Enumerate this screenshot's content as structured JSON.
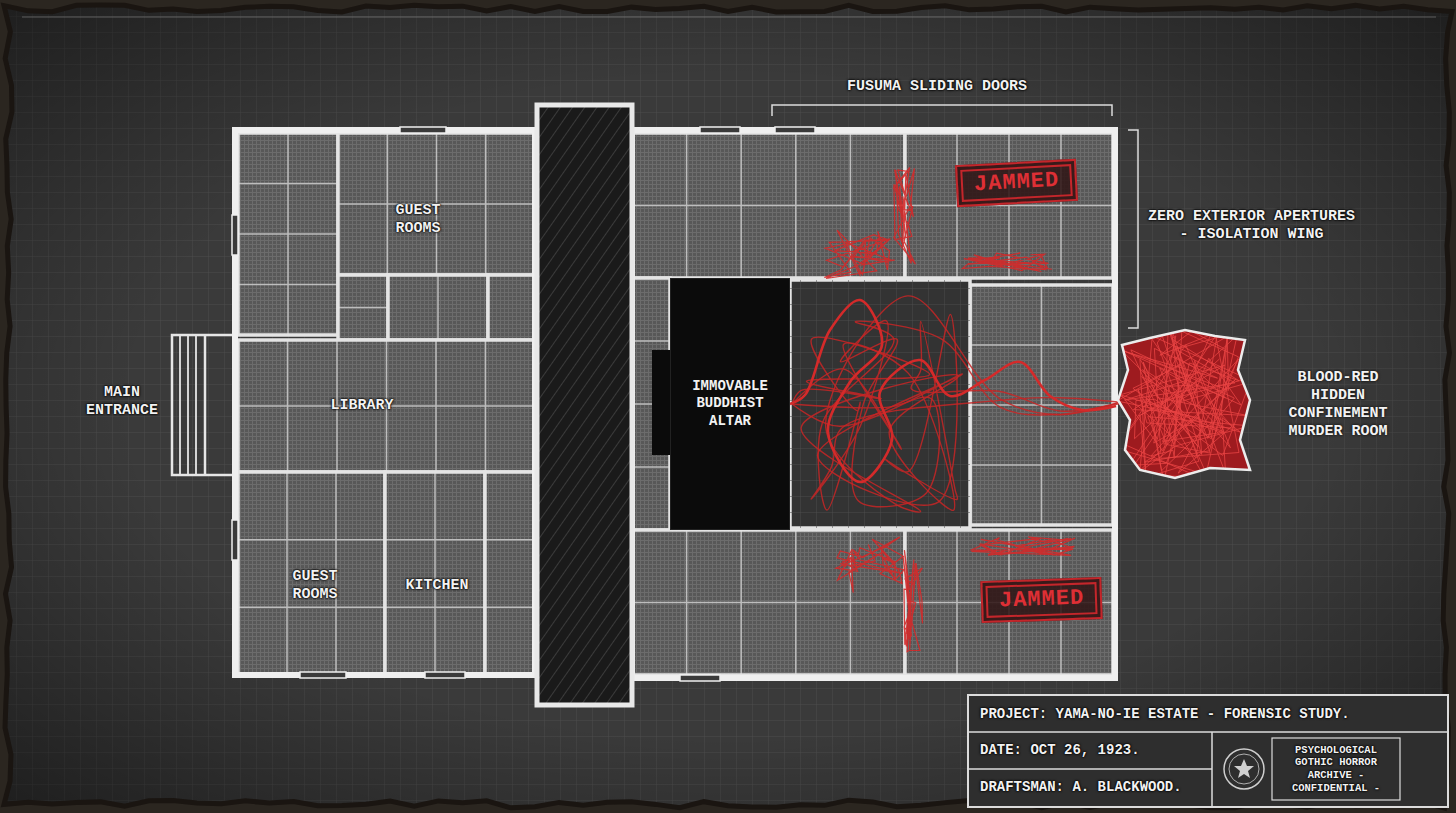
{
  "diagram": {
    "nodes": [
      {
        "text": [
          "JAMMED"
        ]
      },
      {
        "text": [
          "IMMOVABLE BUDDHIST ALTAR"
        ]
      },
      {
        "text": [
          "BLOOD-RED HIDDEN CONFINEMENT MURDER ROOM"
        ]
      },
      {
        "text": [
          "JAMMED"
        ]
      }
    ],
    "edges": [
      {
        "from": 1,
        "to": 2,
        "arrow": "none"
      }
    ],
    "labels": [
      "FUSUMA SLIDING DOORS",
      "ZERO EXTERIOR APERTURES - ISOLATION WING",
      "GUEST ROOMS",
      "MAIN ENTRANCE",
      "LIBRARY",
      "GUEST ROOMS",
      "KITCHEN",
      "PROJECT: YAMA-NO-IE ESTATE - FORENSIC STUDY.",
      "DATE: OCT 26, 1923.",
      "DRAFTSMAN: A. BLACKWOOD.",
      "PSYCHOLOGICAL GOTHIC HORROR ARCHIVE - CONFIDENTIAL -"
    ]
  }
}
